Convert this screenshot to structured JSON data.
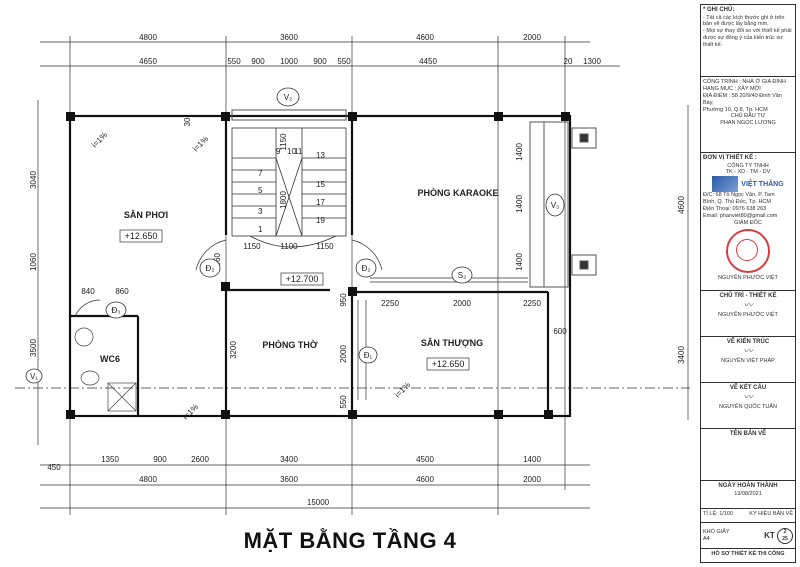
{
  "title": "MẶT BẰNG TẦNG 4",
  "dims_top_row1": [
    "4800",
    "3600",
    "4600",
    "2000"
  ],
  "dims_top_row2": [
    "4650",
    "550",
    "900",
    "1000",
    "900",
    "550",
    "4450",
    "20",
    "1300"
  ],
  "dims_bottom_row1": [
    "1350",
    "900",
    "2600",
    "3400",
    "4500",
    "1400",
    "450"
  ],
  "dims_bottom_row2": [
    "4800",
    "3600",
    "4600",
    "2000"
  ],
  "dim_total": "15000",
  "dims_left": [
    "3040",
    "1060",
    "3500"
  ],
  "dims_right": [
    "4600",
    "3400"
  ],
  "dims_stair_mid": [
    "1060",
    "950",
    "2000",
    "550",
    "3200"
  ],
  "dims_stair_width": [
    "1150",
    "1100",
    "1150"
  ],
  "dims_stair_top": "1150",
  "dims_stair_len": "1800",
  "dims_karaoke": [
    "1400",
    "1400",
    "1400"
  ],
  "dims_wc": [
    "840",
    "860",
    "30"
  ],
  "dims_terrace": [
    "2250",
    "2000",
    "2250",
    "600"
  ],
  "stair_steps": [
    "1",
    "3",
    "5",
    "7",
    "9",
    "11",
    "13",
    "15",
    "17",
    "19"
  ],
  "stair_steps_small": [
    "10"
  ],
  "rooms": {
    "san_phoi": "SÂN PHƠI",
    "phong_karaoke": "PHÒNG KARAOKE",
    "phong_tho": "PHÒNG THỜ",
    "san_thuong": "SÂN THƯỢNG",
    "wc": "WC6"
  },
  "elevations": {
    "san_phoi": "+12.650",
    "phong_tho": "+12.700",
    "san_thuong": "+12.650"
  },
  "slope": "i=1%",
  "markers": {
    "v1": "V₁",
    "v2": "V₂",
    "v3": "V₃",
    "d1": "Đ₁",
    "d2": "Đ₂",
    "d3": "Đ₂",
    "s2": "S₂",
    "d_wc": "Đ₃"
  },
  "titleblock": {
    "notes_head": "* GHI CHÚ:",
    "notes_1": "- Tất cả các kích thước ghi ở trên bản vẽ được lấy bằng mm.",
    "notes_2": "- Mọi sự thay đổi so với thiết kế phải được sự đồng ý của kiến trúc sư thiết kế.",
    "project_line1": "CÔNG TRÌNH : NHÀ Ở GIA ĐÌNH",
    "project_line2": "HẠNG MỤC : XÂY MỚI",
    "project_line3": "ĐỊA ĐIỂM : 58 20/9/40 Đinh Văn Bảy,",
    "project_line4": "Phường 10, Q.8, Tp. HCM",
    "project_line5": "CHỦ ĐẦU TƯ",
    "project_line6": "PHAN NGỌC LƯƠNG",
    "design_unit_head": "ĐƠN VỊ THIẾT KẾ :",
    "company_line1": "CÔNG TY TNHH",
    "company_line2": "TK - XD - TM - DV",
    "company_name": "VIỆT THẮNG",
    "company_addr1": "Đ/C: 68 Tô Ngọc Vân, P. Tam",
    "company_addr2": "Bình, Q. Thủ Đức, Tp. HCM",
    "company_phone": "Điện Thoại: 0976 638 263",
    "company_email": "Email: phanviet80@gmail.com",
    "director_head": "GIÁM ĐỐC",
    "director_name": "NGUYỄN PHƯỚC VIỆT",
    "chief_head": "CHỦ TRÌ - THIẾT KẾ",
    "chief_name": "NGUYỄN PHƯỚC VIỆT",
    "arch_head": "VẼ KIẾN TRÚC",
    "arch_name": "NGUYỄN VIỆT PHÁP",
    "struct_head": "VẼ KẾT CẤU",
    "struct_name": "NGUYỄN QUỐC TUẤN",
    "drawing_name_head": "TÊN BẢN VẼ",
    "complete_head": "NGÀY HOÀN THÀNH",
    "complete_date": "13/08/2021",
    "scale_label": "TỈ LỆ: 1/100",
    "symbol_label": "KÝ HIỆU BẢN VẼ",
    "paper_label": "KHỔ GIẤY",
    "paper_size": "A4",
    "kt_prefix": "KT",
    "kt_num": "2",
    "kt_total": "25",
    "dossier": "HỒ SƠ THIẾT KẾ THI CÔNG"
  }
}
